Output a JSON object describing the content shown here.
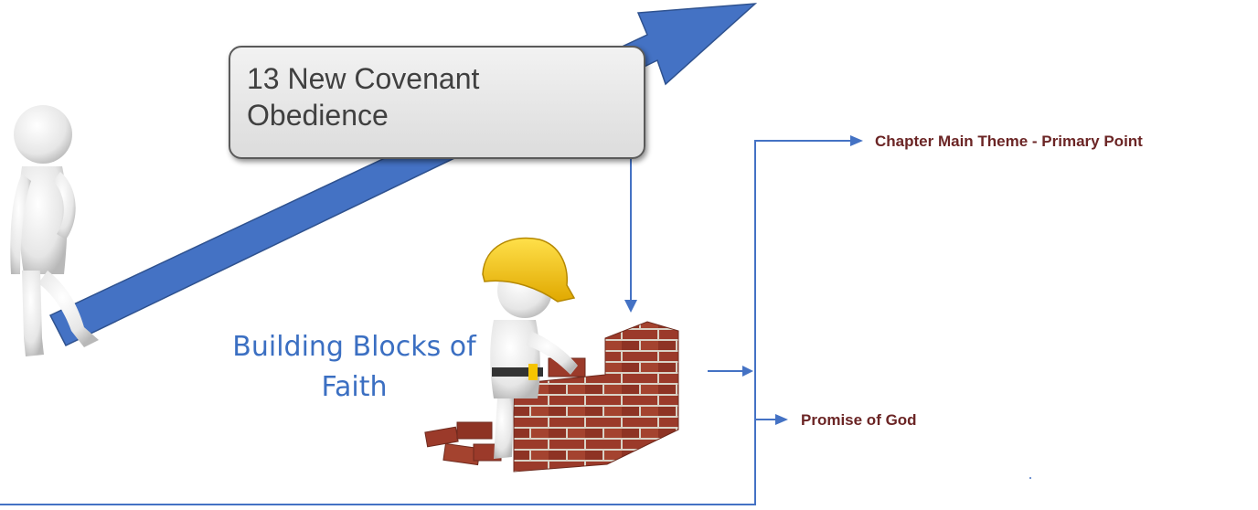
{
  "callout": {
    "text": "13 New Covenant Obedience"
  },
  "building_blocks": {
    "title": "Building Blocks of Faith"
  },
  "labels": {
    "main_theme": "Chapter Main Theme - Primary Point",
    "promise": "Promise of God"
  },
  "colors": {
    "arrow_blue": "#4472c4",
    "connector_blue": "#4472c4",
    "label_maroon": "#6b2525",
    "title_blue": "#3b6fc2",
    "brick": "#9b3a2a",
    "hat_yellow": "#f5c400"
  },
  "icons": {
    "walking_figure": "stick-figure-icon",
    "builder_figure": "builder-figure-icon",
    "brick_wall": "brick-wall-icon"
  }
}
